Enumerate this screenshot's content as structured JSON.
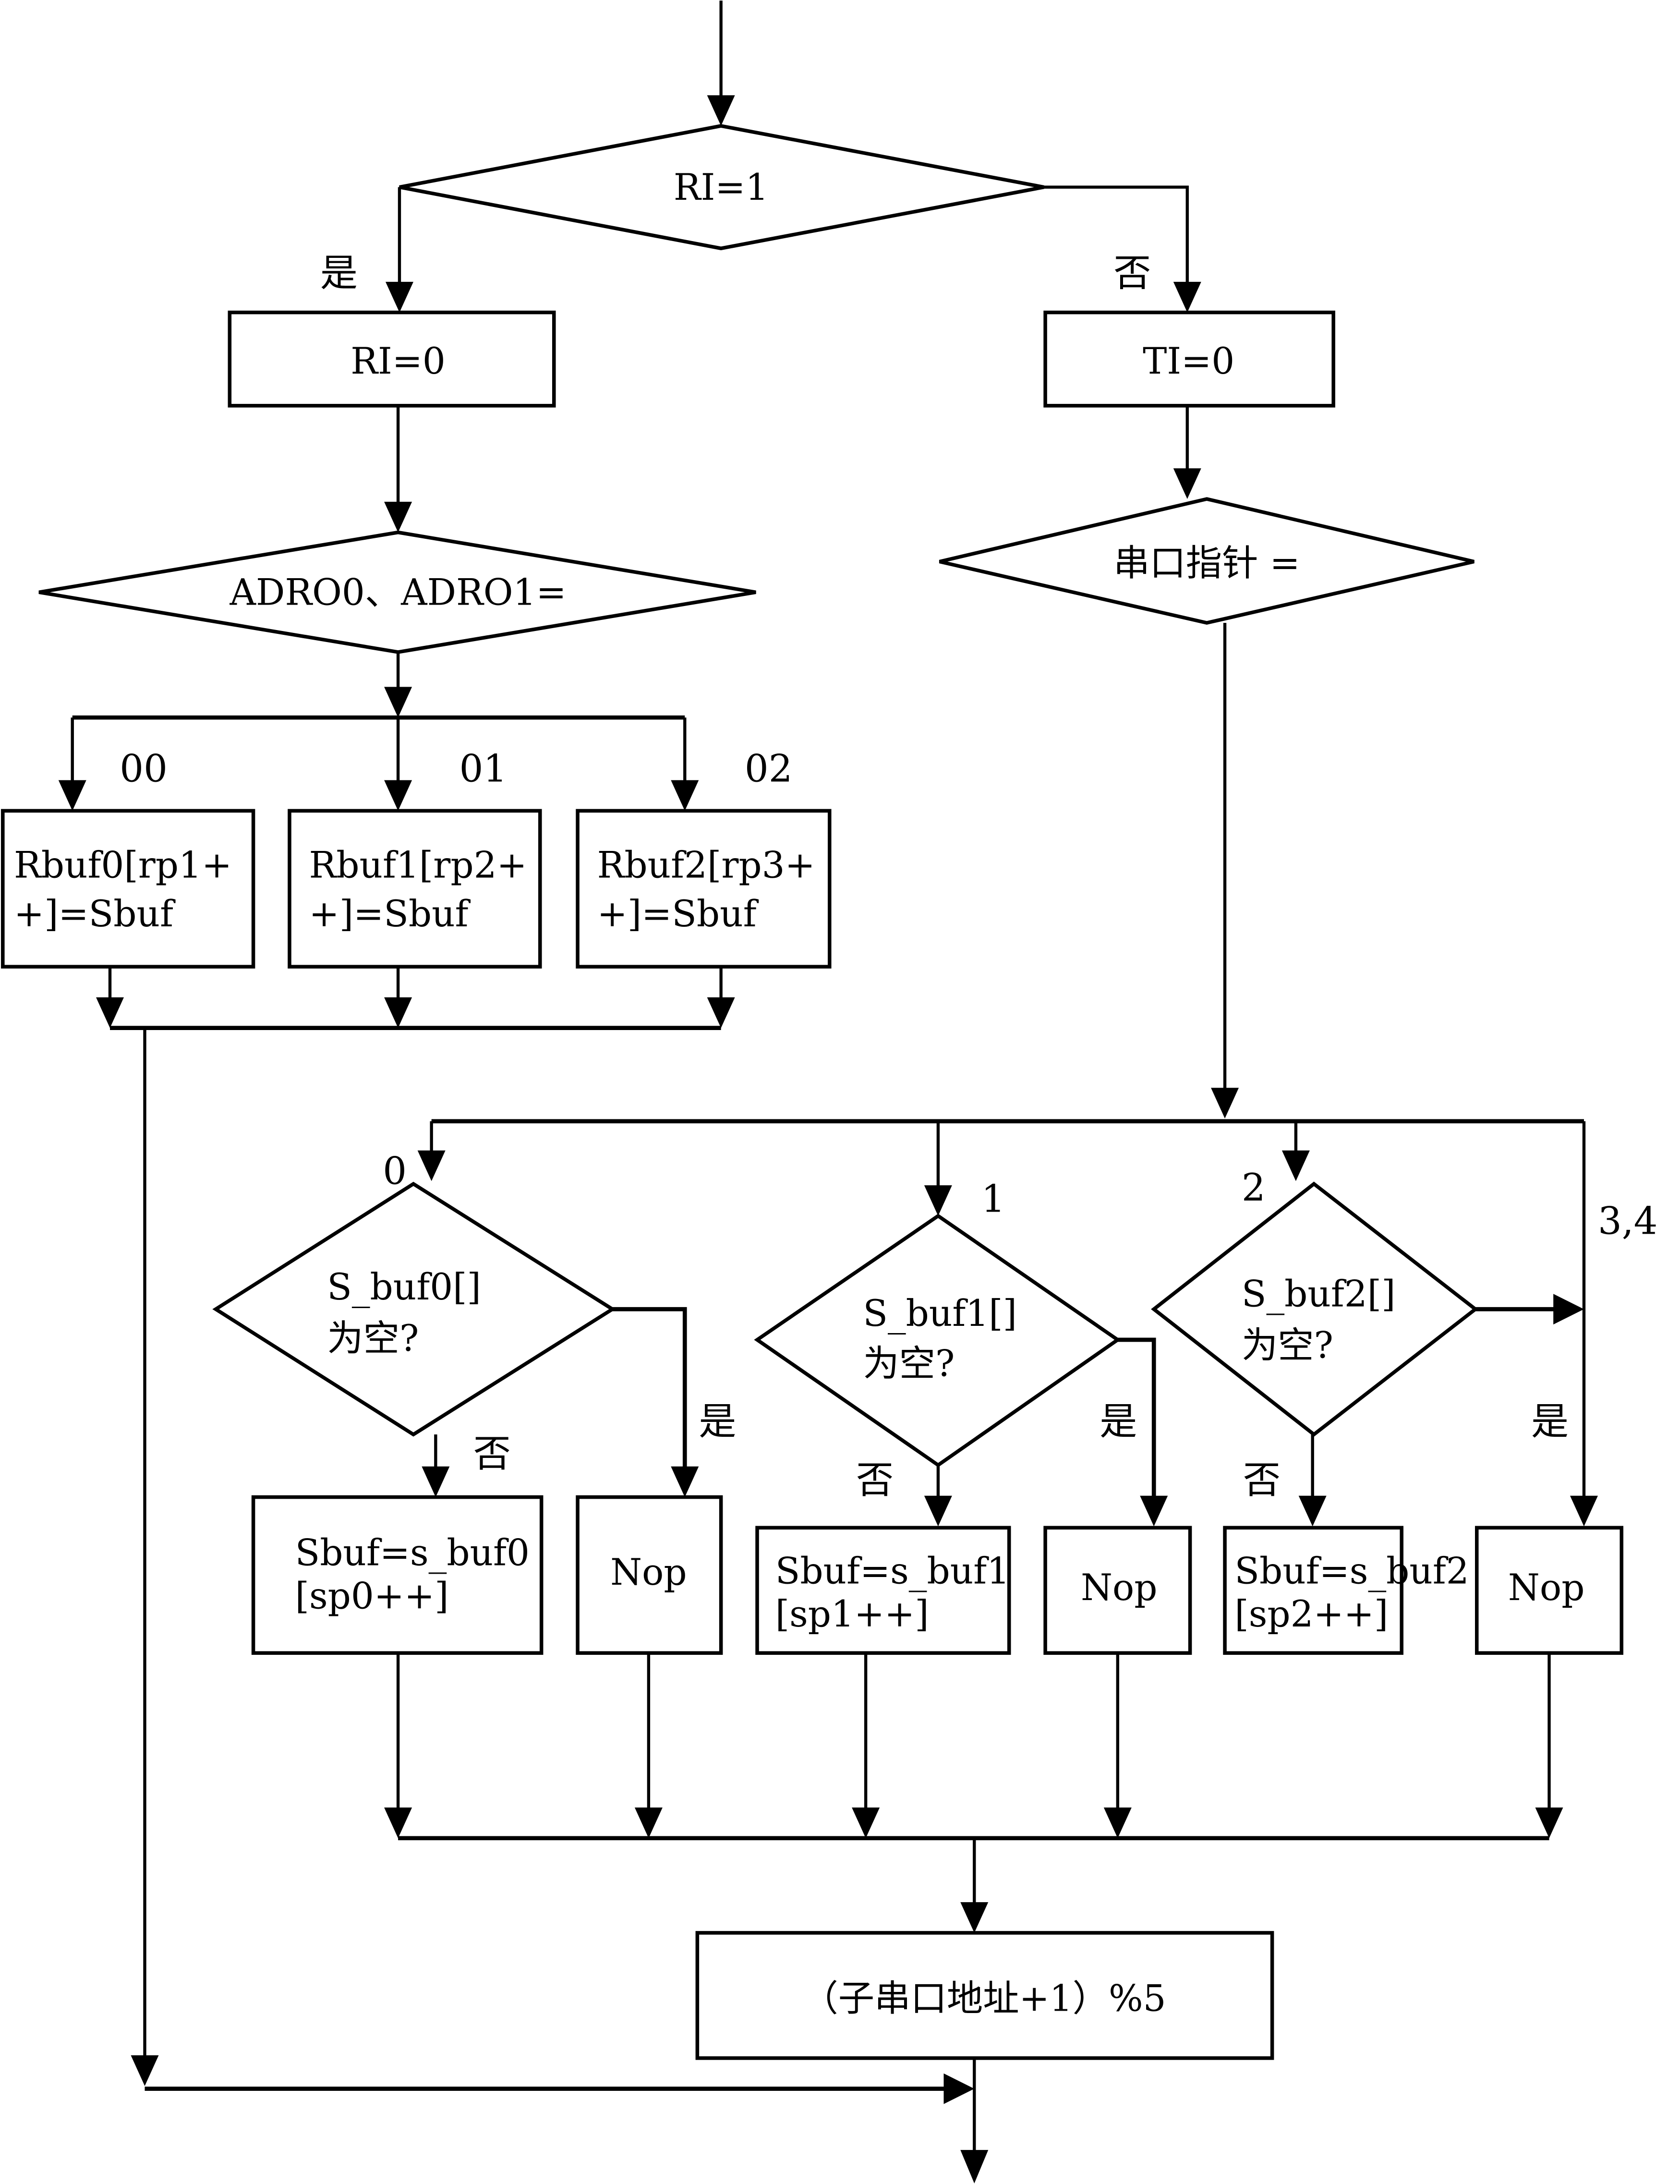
{
  "decisions": {
    "ri_check": "RI=1",
    "adr_check": "ADRO0、ADRO1=",
    "pointer_check": "串口指针 ="
  },
  "processes": {
    "ri_clear": "RI=0",
    "ti_clear": "TI=0",
    "rbuf0": [
      "Rbuf0[rp1+",
      "+]=Sbuf"
    ],
    "rbuf1": [
      "Rbuf1[rp2+",
      "+]=Sbuf"
    ],
    "rbuf2": [
      "Rbuf2[rp3+",
      "+]=Sbuf"
    ],
    "sbuf0": [
      "Sbuf=s_buf0",
      "[sp0++]"
    ],
    "sbuf1": [
      "Sbuf=s_buf1",
      "[sp1++]"
    ],
    "sbuf2": [
      "Sbuf=s_buf2",
      "[sp2++]"
    ],
    "nop": "Nop",
    "increment": "（子串口地址+1）%5"
  },
  "empty_checks": {
    "s0": [
      "S_buf0[]",
      "为空?"
    ],
    "s1": [
      "S_buf1[]",
      "为空?"
    ],
    "s2": [
      "S_buf2[]",
      "为空?"
    ]
  },
  "labels": {
    "yes": "是",
    "no": "否",
    "adr_00": "00",
    "adr_01": "01",
    "adr_02": "02",
    "ptr_0": "0",
    "ptr_1": "1",
    "ptr_2": "2",
    "ptr_34": "3,4"
  }
}
